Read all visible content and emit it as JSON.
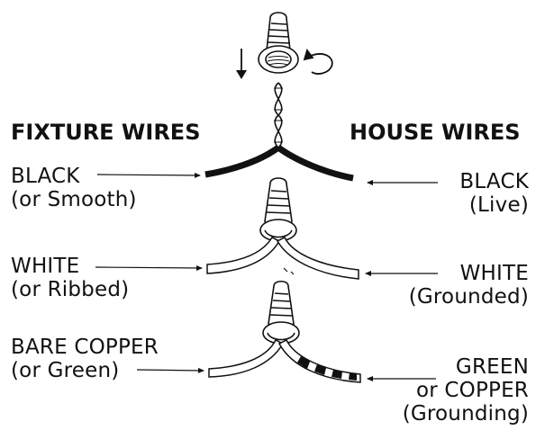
{
  "headers": {
    "fixture": "FIXTURE WIRES",
    "house": "HOUSE WIRES"
  },
  "left_labels": {
    "black_line1": "BLACK",
    "black_line2": "(or Smooth)",
    "white_line1": "WHITE",
    "white_line2": "(or Ribbed)",
    "copper_line1": "BARE COPPER",
    "copper_line2": "(or Green)"
  },
  "right_labels": {
    "black_line1": "BLACK",
    "black_line2": "(Live)",
    "white_line1": "WHITE",
    "white_line2": "(Grounded)",
    "ground_line1": "GREEN",
    "ground_line2": "or COPPER",
    "ground_line3": "(Grounding)"
  },
  "colors": {
    "ink": "#111111",
    "black_wire": "#111111",
    "white_wire": "#ffffff",
    "nut_fill": "#ffffff"
  },
  "icons": [
    "wire-nut-icon",
    "down-arrow-icon",
    "rotate-arrow-icon",
    "twisted-wires-icon",
    "pointer-arrow-icon"
  ]
}
